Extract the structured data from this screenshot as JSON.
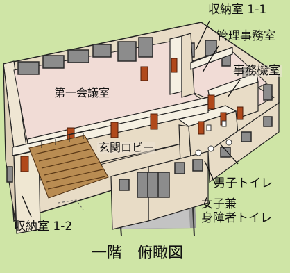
{
  "labels": {
    "storage_1_1": "収納室 1-1",
    "admin_office": "管理事務室",
    "office_equipment": "事務機室",
    "conference_room_1": "第一会議室",
    "entrance_lobby": "玄関ロビー",
    "mens_restroom": "男子トイレ",
    "womens_restroom_line1": "女子兼",
    "womens_restroom_line2": "身障者トイレ",
    "storage_1_2": "収納室 1-2",
    "title": "一階　俯瞰図"
  },
  "colors": {
    "background": "#cfe5a6",
    "floor": "#f1dcd6",
    "wall_top": "#f5f0e2",
    "wall_face": "#e8dcc6",
    "door": "#b0491b",
    "stairs": "#b98c52",
    "window_frame": "#2a2a2a",
    "window_glass": "#8c8c8c"
  }
}
